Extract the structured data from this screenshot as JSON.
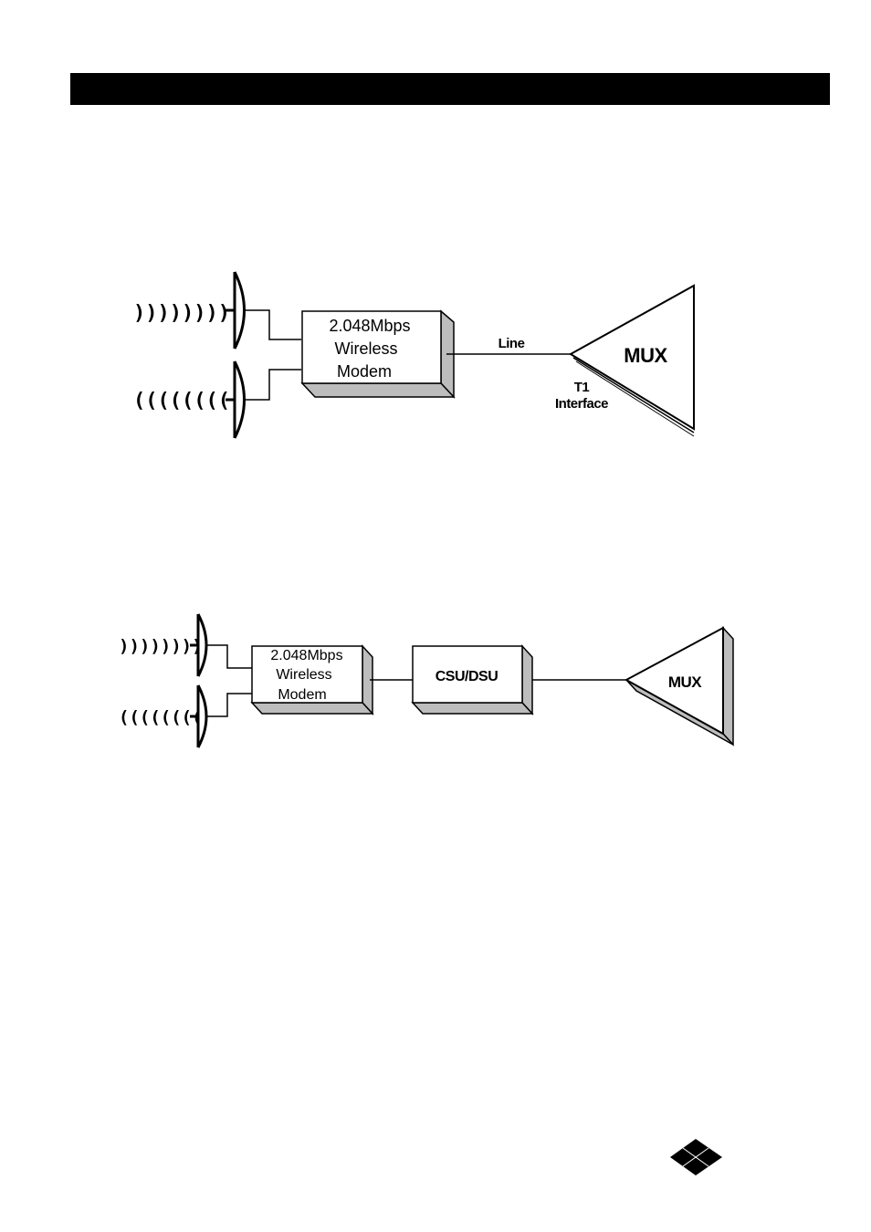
{
  "header": {
    "bar_color": "#000000"
  },
  "diagram1": {
    "modem_lines": [
      "2.048Mbps",
      "Wireless",
      "Modem"
    ],
    "line_label": "Line",
    "interface_lines": [
      "T1",
      "Interface"
    ],
    "mux_label": "MUX",
    "wave_out": "))))))))",
    "wave_in": "(((((((("
  },
  "diagram2": {
    "modem_lines": [
      "2.048Mbps",
      "Wireless",
      "Modem"
    ],
    "csu_label": "CSU/DSU",
    "mux_label": "MUX",
    "wave_out": "))))))))",
    "wave_in": "(((((((("
  },
  "footer": {
    "logo_icon": "diamond-logo-icon"
  }
}
